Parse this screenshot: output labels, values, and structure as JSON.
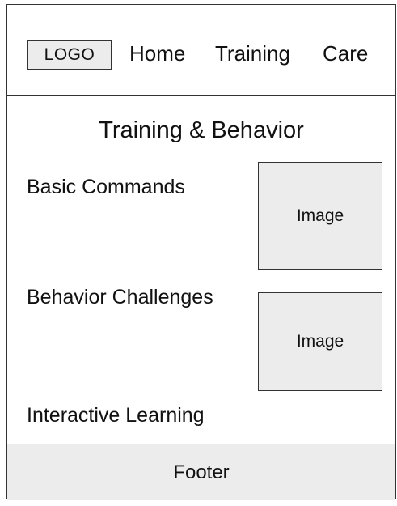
{
  "header": {
    "logo_text": "LOGO",
    "nav": {
      "home": "Home",
      "training": "Training",
      "care": "Care"
    }
  },
  "main": {
    "title": "Training & Behavior",
    "sections": [
      {
        "label": "Basic Commands",
        "image_text": "Image"
      },
      {
        "label": "Behavior Challenges",
        "image_text": "Image"
      },
      {
        "label": "Interactive Learning"
      }
    ]
  },
  "footer": {
    "text": "Footer"
  },
  "colors": {
    "border": "#333333",
    "placeholder_fill": "#ececec",
    "text": "#111111",
    "background": "#ffffff"
  }
}
